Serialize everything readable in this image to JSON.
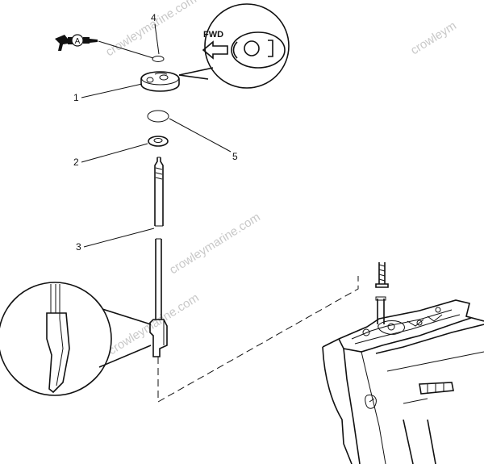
{
  "diagram": {
    "callouts": [
      {
        "id": "c1",
        "label": "1"
      },
      {
        "id": "c2",
        "label": "2"
      },
      {
        "id": "c3",
        "label": "3"
      },
      {
        "id": "c4",
        "label": "4"
      },
      {
        "id": "c5",
        "label": "5"
      }
    ],
    "lubricant_badge": "A",
    "fwd_label": "FWD",
    "watermarks": [
      "crowleymarine.com",
      "crowleymarine.com",
      "crowleymarine.com",
      "crowleym"
    ]
  },
  "colors": {
    "ink": "#111111",
    "watermark": "#c8c8c8",
    "background": "#ffffff"
  }
}
